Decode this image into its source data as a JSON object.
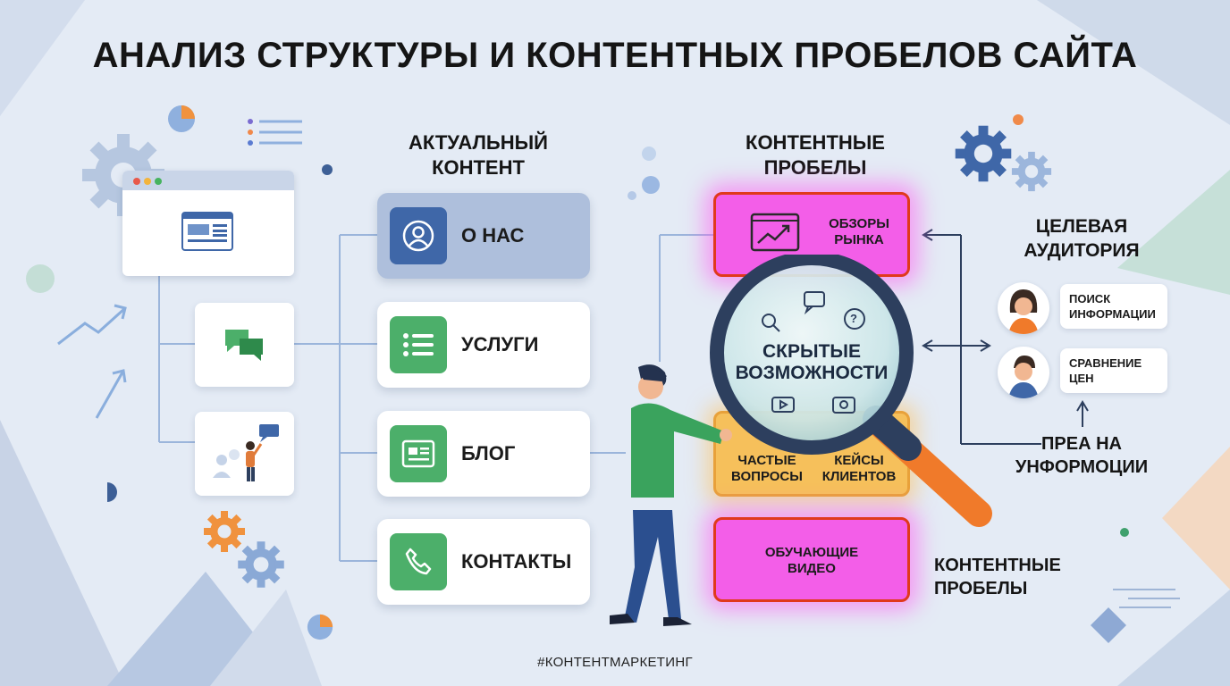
{
  "title": "АНАЛИЗ СТРУКТУРЫ И КОНТЕНТНЫХ ПРОБЕЛОВ САЙТА",
  "current_content": {
    "heading_line1": "АКТУАЛЬНЫЙ",
    "heading_line2": "КОНТЕНТ",
    "items": [
      {
        "label": "О НАС",
        "icon": "user-icon",
        "active": true
      },
      {
        "label": "УСЛУГИ",
        "icon": "list-icon"
      },
      {
        "label": "БЛОГ",
        "icon": "article-icon"
      },
      {
        "label": "КОНТАКТЫ",
        "icon": "phone-icon"
      }
    ]
  },
  "content_gaps": {
    "heading_line1": "КОНТЕНТНЫЕ",
    "heading_line2": "ПРОБЕЛЫ",
    "market_reviews": {
      "line1": "ОБЗОРЫ",
      "line2": "РЫНКА",
      "icon": "chart-icon"
    },
    "faq": {
      "line1": "ЧАСТЫЕ",
      "line2": "ВОПРОСЫ"
    },
    "cases": {
      "line1": "КЕЙСЫ",
      "line2": "КЛИЕНТОВ"
    },
    "videos": {
      "line1": "ОБУЧАЮЩИЕ",
      "line2": "ВИДЕО"
    }
  },
  "magnifier": {
    "line1": "СКРЫТЫЕ",
    "line2": "ВОЗМОЖНОСТИ"
  },
  "audience": {
    "heading_line1": "ЦЕЛЕВАЯ",
    "heading_line2": "АУДИТОРИЯ",
    "personas": [
      {
        "line1": "ПОИСК",
        "line2": "ИНФОРМАЦИИ",
        "avatar": "woman-avatar"
      },
      {
        "line1": "СРАВНЕНИЕ",
        "line2": "ЦЕН",
        "avatar": "man-avatar"
      }
    ],
    "note_line1": "ПРЕА НА",
    "note_line2": "УНФОРМОЦИИ"
  },
  "bottom_right_label": {
    "line1": "КОНТЕНТНЫЕ",
    "line2": "ПРОБЕЛЫ"
  },
  "hashtag": "#КОНТЕНТМАРКЕТИНГ",
  "colors": {
    "background": "#e4ebf5",
    "accent_blue": "#4a6fa5",
    "accent_green": "#4caf6a",
    "gap_pink": "#f35ee8",
    "gap_orange": "#f6c05b",
    "magnifier_handle": "#f07a2a"
  }
}
